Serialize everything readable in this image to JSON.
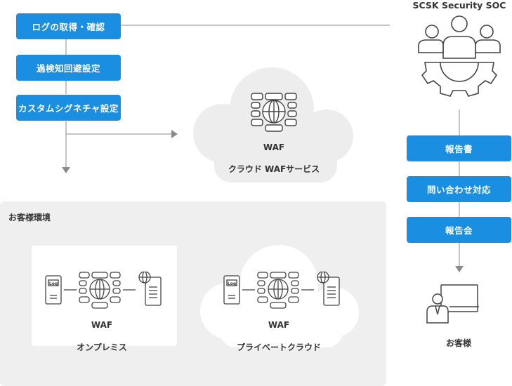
{
  "soc": {
    "title": "SCSK Security SOC"
  },
  "left_buttons": [
    "ログの取得・確認",
    "過検知回避設定",
    "カスタムシグネチャ設定"
  ],
  "right_buttons": [
    "報告書",
    "問い合わせ対応",
    "報告会"
  ],
  "cloud_service": {
    "name": "WAF",
    "caption": "クラウド WAFサービス"
  },
  "environment": {
    "title": "お客様環境",
    "onprem": {
      "name": "WAF",
      "caption": "オンプレミス",
      "log_label": "Log"
    },
    "private_cloud": {
      "name": "WAF",
      "caption": "プライベートクラウド",
      "log_label": "Log"
    }
  },
  "customer": {
    "label": "お客様"
  },
  "colors": {
    "accent": "#1a8ee0",
    "line": "#8a8a8a",
    "cloud": "#ededed",
    "env_bg": "#efefef"
  }
}
